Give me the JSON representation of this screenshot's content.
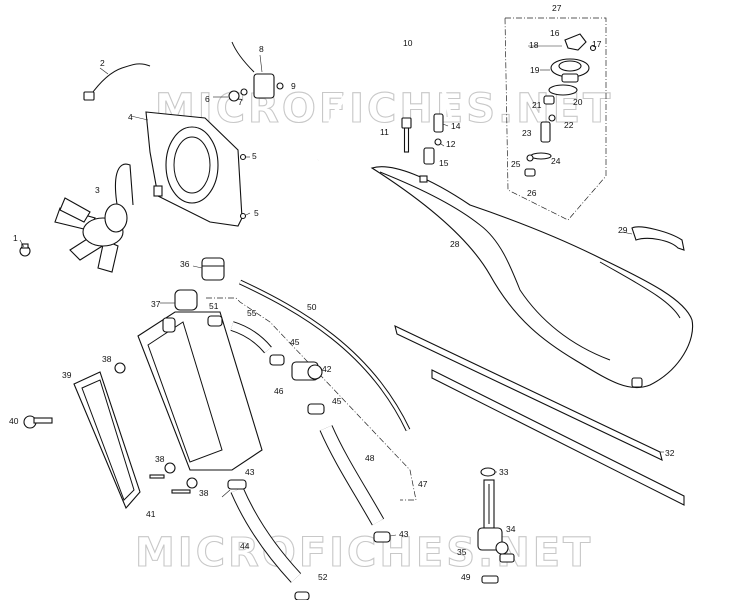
{
  "watermark": "MICROFICHES.NET",
  "callouts": [
    "1",
    "2",
    "3",
    "4",
    "5",
    "5",
    "6",
    "7",
    "8",
    "9",
    "10",
    "11",
    "12",
    "14",
    "15",
    "16",
    "17",
    "18",
    "19",
    "20",
    "21",
    "22",
    "23",
    "24",
    "25",
    "26",
    "27",
    "28",
    "29",
    "32",
    "33",
    "34",
    "35",
    "36",
    "37",
    "38",
    "38",
    "38",
    "39",
    "40",
    "41",
    "42",
    "43",
    "43",
    "44",
    "45",
    "45",
    "46",
    "47",
    "48",
    "49",
    "50",
    "51",
    "52",
    "55"
  ]
}
